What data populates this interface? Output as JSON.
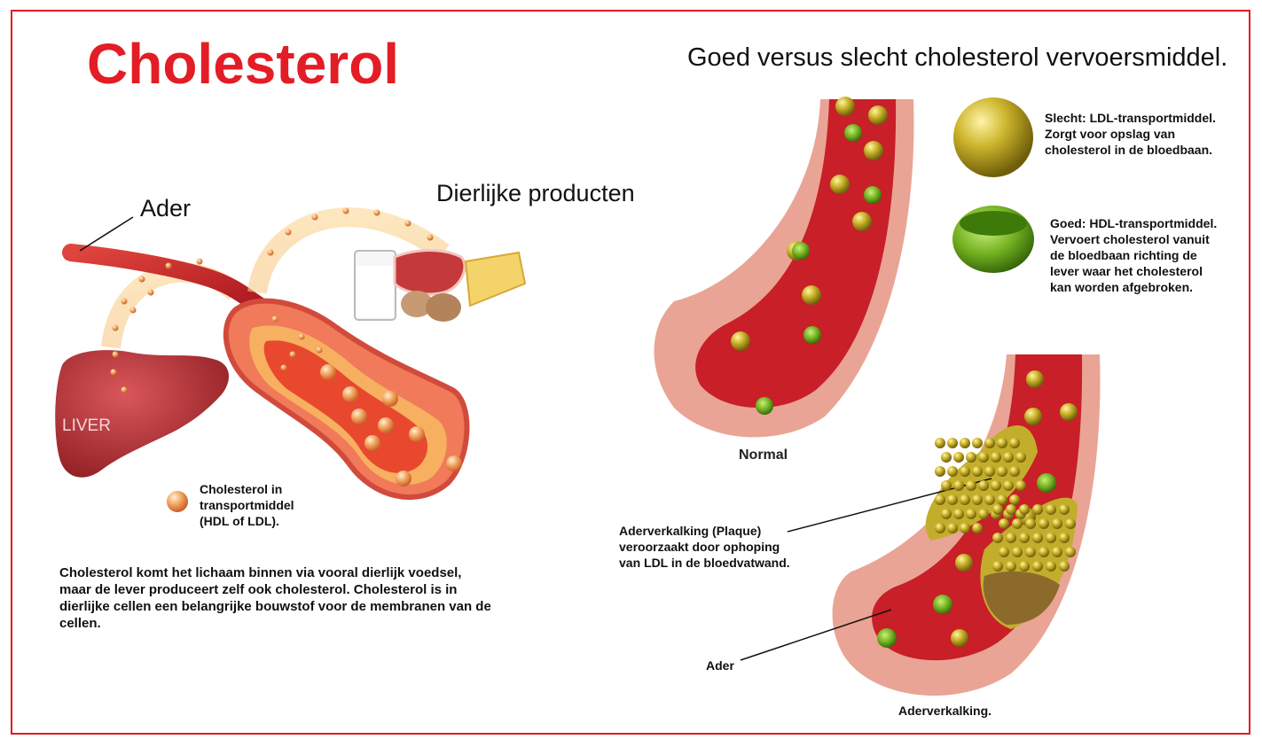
{
  "title": "Cholesterol",
  "subtitle": "Goed versus slecht cholesterol vervoersmiddel.",
  "left": {
    "ader_label": "Ader",
    "food_label": "Dierlijke producten",
    "liver_label": "LIVER",
    "legend_text": [
      "Cholesterol in",
      "transportmiddel",
      "(HDL of LDL)."
    ],
    "paragraph": "Cholesterol komt het lichaam binnen via vooral dierlijk voedsel, maar de lever produceert zelf ook cholesterol. Cholesterol is in dierlijke cellen een belangrijke bouwstof voor de membranen van de cellen."
  },
  "right": {
    "ldl_text": [
      "Slecht: LDL-transportmiddel.",
      "Zorgt voor opslag van",
      "cholesterol in de bloedbaan."
    ],
    "hdl_text": [
      "Goed: HDL-transportmiddel.",
      "Vervoert cholesterol vanuit",
      "de bloedbaan richting de",
      "lever waar het cholesterol",
      "kan worden afgebroken."
    ],
    "normal_label": "Normal",
    "plaque_text": [
      "Aderverkalking (Plaque)",
      "veroorzaakt door ophoping",
      "van LDL in de bloedvatwand."
    ],
    "ader_label": "Ader",
    "aderverkalking_label": "Aderverkalking."
  },
  "colors": {
    "title": "#e31d25",
    "frame": "#e01b24",
    "vessel_outer": "#e8897c",
    "vessel_inner": "#c8202a",
    "ldl": "#c8b227",
    "hdl": "#7fbf2a",
    "particle": "#f0a45a"
  }
}
